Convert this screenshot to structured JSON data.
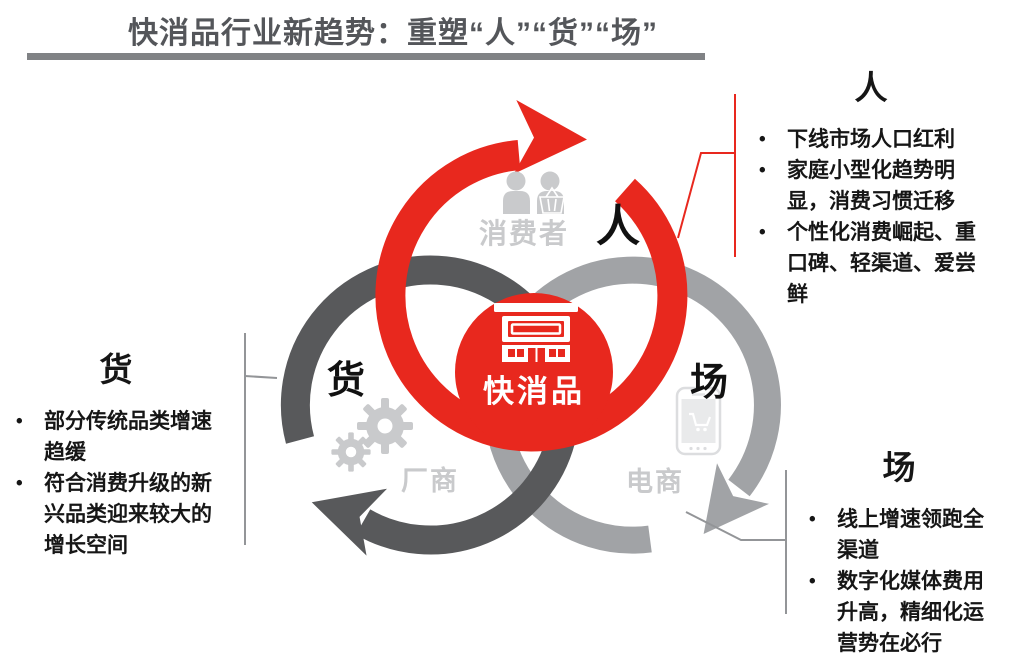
{
  "bullet_char": "•",
  "title": "快消品行业新趋势：重塑“人”“货”“场”",
  "colors": {
    "brand_red": "#E8281E",
    "dark_gray_ring": "#58595B",
    "light_gray_ring": "#A1A3A6",
    "icon_gray": "#C9CACC",
    "title_gray": "#54565A",
    "underline_gray": "#808285",
    "body_text": "#161616"
  },
  "venn": {
    "center_label": "快消品",
    "center_icon": "storefront-icon",
    "rings": [
      {
        "label": "人",
        "sublabel": "消费者",
        "icon": "consumers-icon",
        "color": "#E8281E"
      },
      {
        "label": "货",
        "sublabel": "厂商",
        "icon": "gears-icon",
        "color": "#58595B"
      },
      {
        "label": "场",
        "sublabel": "电商",
        "icon": "phone-shopping-icon",
        "color": "#A1A3A6"
      }
    ]
  },
  "blocks": {
    "person": {
      "heading": "人",
      "bullets": [
        "下线市场人口红利",
        "家庭小型化趋势明显，消费习惯迁移",
        "个性化消费崛起、重口碑、轻渠道、爱尝鲜"
      ]
    },
    "goods": {
      "heading": "货",
      "bullets": [
        "部分传统品类增速趋缓",
        "符合消费升级的新兴品类迎来较大的增长空间"
      ]
    },
    "place": {
      "heading": "场",
      "bullets": [
        "线上增速领跑全渠道",
        "数字化媒体费用升高，精细化运营势在必行"
      ]
    }
  }
}
